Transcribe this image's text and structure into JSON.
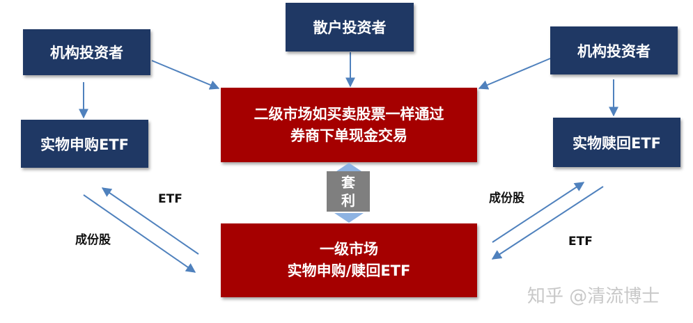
{
  "nodes": {
    "retail_investor": "散户投资者",
    "institutional_left": "机构投资者",
    "institutional_right": "机构投资者",
    "physical_subscribe": "实物申购ETF",
    "physical_redeem": "实物赎回ETF",
    "secondary_market": {
      "line1": "二级市场如买卖股票一样通过",
      "line2": "券商下单现金交易"
    },
    "primary_market": {
      "line1": "一级市场",
      "line2": "实物申购/赎回ETF"
    }
  },
  "arbitrage": {
    "char1": "套",
    "char2": "利"
  },
  "flow_labels": {
    "left_etf": "ETF",
    "left_constituents": "成份股",
    "right_constituents": "成份股",
    "right_etf": "ETF"
  },
  "watermark": "知乎 @清流博士",
  "colors": {
    "navy": "#1f3864",
    "red": "#a50000",
    "arrow": "#4f81bd",
    "arbitrage": "#7f7f7f"
  }
}
